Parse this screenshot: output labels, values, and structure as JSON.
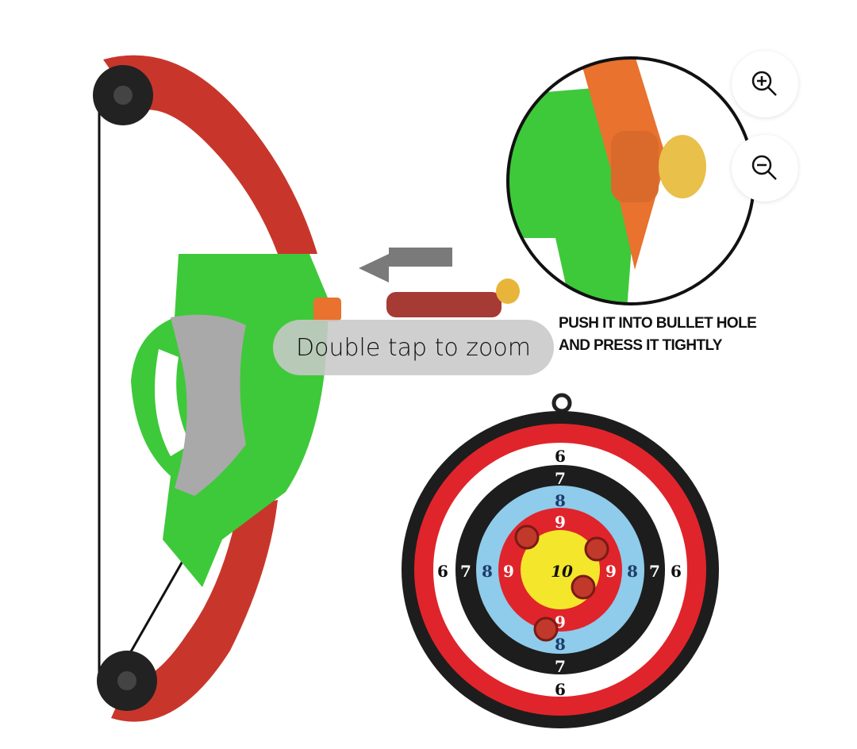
{
  "viewer": {
    "zoom_in_icon": "magnifier-plus-icon",
    "zoom_out_icon": "magnifier-minus-icon",
    "tooltip": "Double tap to zoom"
  },
  "product_image": {
    "caption_line1": "PUSH IT INTO BULLET HOLE",
    "caption_line2": "AND PRESS IT TIGHTLY",
    "target_numbers": {
      "six": "6",
      "seven": "7",
      "eight": "8",
      "nine": "9",
      "ten": "10"
    },
    "colors": {
      "bow_red": "#c8362b",
      "bow_green": "#3ec93a",
      "target_red": "#e0242b",
      "target_blue": "#8fcbeb",
      "target_yellow": "#f4e62a",
      "target_black": "#1d1d1d"
    }
  }
}
